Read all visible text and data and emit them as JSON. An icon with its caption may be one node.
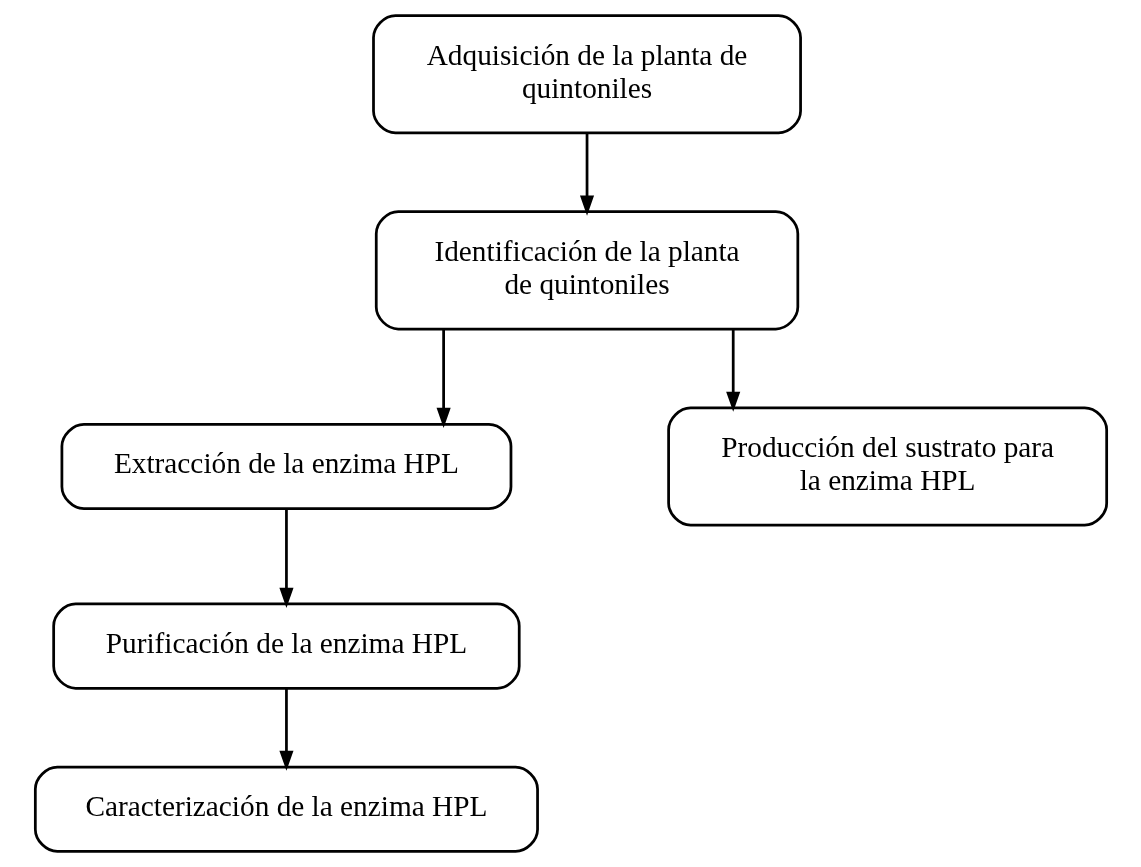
{
  "diagram": {
    "nodes": [
      {
        "text": [
          "Adquisición de la planta de quintoniles"
        ]
      },
      {
        "text": [
          "Identificación de la planta de quintoniles"
        ]
      },
      {
        "text": [
          "Extracción de la enzima HPL"
        ]
      },
      {
        "text": [
          "Producción del sustrato para la enzima HPL"
        ]
      },
      {
        "text": [
          "Purificación de la enzima HPL"
        ]
      },
      {
        "text": [
          "Caracterización de la enzima HPL"
        ]
      }
    ],
    "edges": [
      {
        "from": 0,
        "to": 1,
        "arrow": "to"
      },
      {
        "from": 1,
        "to": 2,
        "arrow": "to"
      },
      {
        "from": 1,
        "to": 3,
        "arrow": "to"
      },
      {
        "from": 2,
        "to": 4,
        "arrow": "to"
      },
      {
        "from": 4,
        "to": 5,
        "arrow": "to"
      }
    ]
  }
}
